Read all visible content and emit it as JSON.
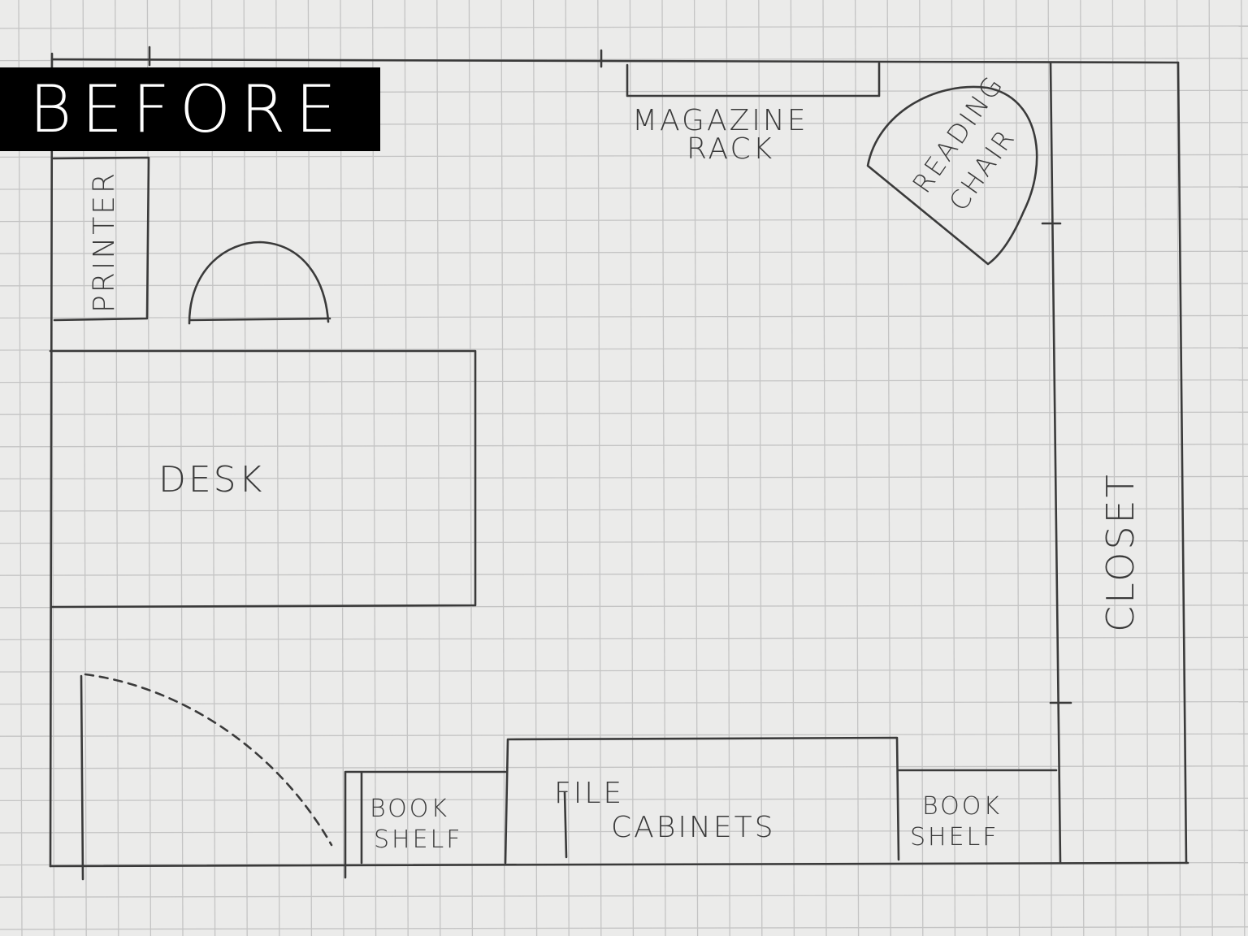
{
  "badge": {
    "text": "BEFORE"
  },
  "labels": {
    "printer": "PRINTER",
    "magazine_rack_1": "MAGAZINE",
    "magazine_rack_2": "RACK",
    "reading_chair_1": "READING",
    "reading_chair_2": "CHAIR",
    "desk": "DESK",
    "closet": "CLOSET",
    "bookshelf_left_1": "BOOK",
    "bookshelf_left_2": "SHELF",
    "file_cabinets_1": "FILE",
    "file_cabinets_2": "CABINETS",
    "bookshelf_right_1": "BOOK",
    "bookshelf_right_2": "SHELF"
  },
  "colors": {
    "paper": "#ebebea",
    "grid": "#c4c4c4",
    "pencil": "#3a3a3a",
    "badge": "#000000"
  }
}
